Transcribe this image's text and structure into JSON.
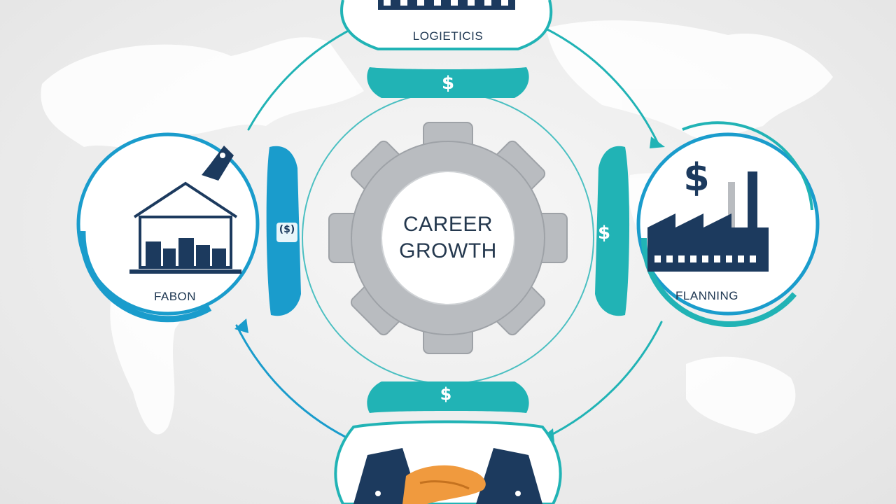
{
  "center": {
    "line1": "CAREER",
    "line2": "GROWTH"
  },
  "nodes": {
    "top_label": "LOGIETICIS",
    "left_label": "FABON",
    "right_label": "FLANNING"
  },
  "connectors": {
    "top_symbol": "$",
    "right_symbol": "$",
    "bottom_symbol": "$",
    "left_symbol": "($)",
    "factory_symbol": "$"
  },
  "colors": {
    "teal": "#21b3b5",
    "blue": "#1a9ccc",
    "navy": "#1c3a5e",
    "gear": "#b9bcc0",
    "skin": "#f09a3e",
    "map": "#ffffff"
  },
  "icons": {
    "left": "warehouse-icon",
    "right": "factory-icon",
    "top": "building-icon",
    "bottom": "handshake-icon",
    "center": "gear-icon"
  }
}
